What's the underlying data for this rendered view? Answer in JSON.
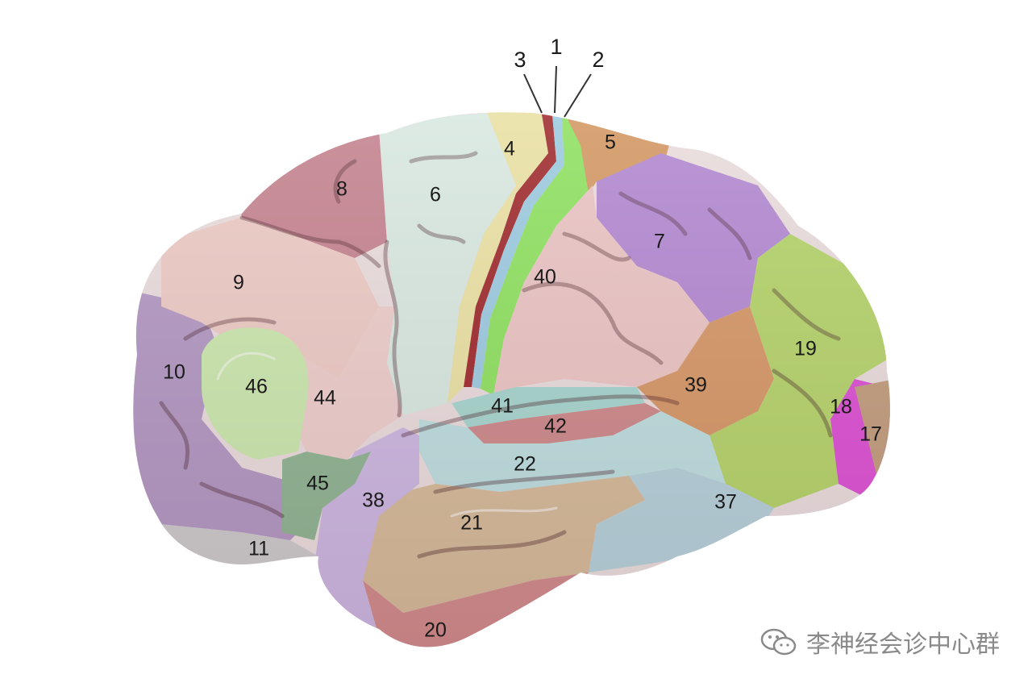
{
  "diagram": {
    "areas": [
      {
        "id": "a1",
        "label": "1",
        "color": "#9dd0e6"
      },
      {
        "id": "a2",
        "label": "2",
        "color": "#8fe860"
      },
      {
        "id": "a3",
        "label": "3",
        "color": "#a0282a"
      },
      {
        "id": "a4",
        "label": "4",
        "color": "#efe7a6"
      },
      {
        "id": "a5",
        "label": "5",
        "color": "#d79a62"
      },
      {
        "id": "a6",
        "label": "6",
        "color": "#dcefe6"
      },
      {
        "id": "a7",
        "label": "7",
        "color": "#b48ad6"
      },
      {
        "id": "a8",
        "label": "8",
        "color": "#c78490"
      },
      {
        "id": "a9",
        "label": "9",
        "color": "#f1cfc8"
      },
      {
        "id": "a10",
        "label": "10",
        "color": "#b49ac6"
      },
      {
        "id": "a11",
        "label": "11",
        "color": "#cfcfcf"
      },
      {
        "id": "a17",
        "label": "17",
        "color": "#c4a07e"
      },
      {
        "id": "a18",
        "label": "18",
        "color": "#e050d8"
      },
      {
        "id": "a19",
        "label": "19",
        "color": "#b6d96a"
      },
      {
        "id": "a20",
        "label": "20",
        "color": "#d48e8e"
      },
      {
        "id": "a21",
        "label": "21",
        "color": "#d9bf9c"
      },
      {
        "id": "a22",
        "label": "22",
        "color": "#bfe4e4"
      },
      {
        "id": "a37",
        "label": "37",
        "color": "#b7d6df"
      },
      {
        "id": "a38",
        "label": "38",
        "color": "#cfbbe6"
      },
      {
        "id": "a39",
        "label": "39",
        "color": "#d99a66"
      },
      {
        "id": "a40",
        "label": "40",
        "color": "#efc9c7"
      },
      {
        "id": "a41",
        "label": "41",
        "color": "#a8dbd2"
      },
      {
        "id": "a42",
        "label": "42",
        "color": "#cf8b8b"
      },
      {
        "id": "a44",
        "label": "44",
        "color": "#f1d3cf"
      },
      {
        "id": "a45",
        "label": "45",
        "color": "#90b894"
      },
      {
        "id": "a46",
        "label": "46",
        "color": "#cdeeb0"
      }
    ]
  },
  "watermark": {
    "text": "李神经会诊中心群",
    "icon": "wechat-icon",
    "color": "#8a8a8a"
  }
}
